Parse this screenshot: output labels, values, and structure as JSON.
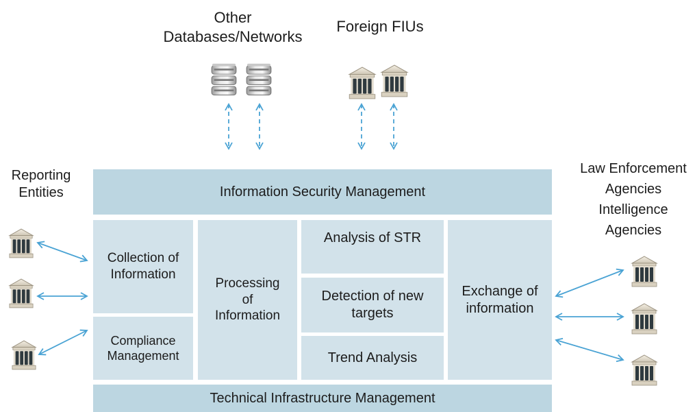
{
  "top_labels": {
    "other_databases": [
      "Other",
      "Databases/Networks"
    ],
    "foreign_fius": [
      "Foreign FIUs"
    ]
  },
  "side_labels": {
    "reporting_entities": [
      "Reporting",
      "Entities"
    ],
    "law_enforcement": [
      "Law Enforcement",
      "Agencies",
      "Intelligence",
      "Agencies"
    ]
  },
  "boxes": {
    "info_security": "Information Security Management",
    "collection": [
      "Collection of",
      "Information"
    ],
    "compliance": [
      "Compliance",
      "Management"
    ],
    "processing": [
      "Processing",
      "of",
      "Information"
    ],
    "analysis_str": "Analysis of STR",
    "detection": [
      "Detection of new",
      "targets"
    ],
    "trend": "Trend Analysis",
    "exchange": [
      "Exchange of",
      "information"
    ],
    "technical": "Technical Infrastructure Management"
  },
  "icons": {
    "database": "database-icon",
    "institution": "institution-icon"
  },
  "colors": {
    "box_dark": "#bcd6e1",
    "box_light": "#d2e2ea",
    "arrow": "#4aa3d4",
    "text": "#1c1c1c"
  }
}
